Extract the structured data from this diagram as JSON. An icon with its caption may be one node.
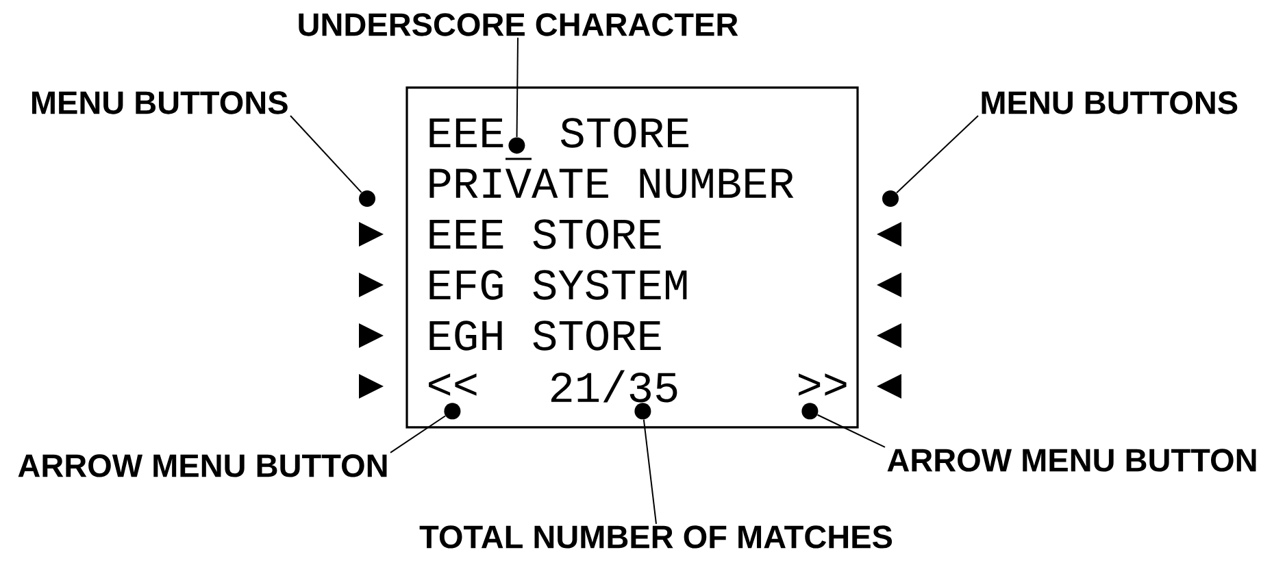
{
  "diagram": {
    "nodes": [
      {
        "text": [
          "EEE",
          "STORE",
          "PRIVATE NUMBER",
          "EEE STORE",
          "EFG SYSTEM",
          "EGH STORE",
          "<<",
          "21/35",
          ">>"
        ]
      },
      {
        "text": [
          "UNDERSCORE CHARACTER"
        ]
      },
      {
        "text": [],
        "shape": "circle",
        "in": 0
      },
      {
        "text": [
          "MENU BUTTONS"
        ]
      },
      {
        "text": [],
        "shape": "circle"
      },
      {
        "text": [
          "MENU BUTTONS"
        ]
      },
      {
        "text": [],
        "shape": "circle"
      },
      {
        "text": [
          "ARROW MENU BUTTON"
        ]
      },
      {
        "text": [],
        "shape": "circle",
        "in": 0
      },
      {
        "text": [
          "TOTAL NUMBER OF MATCHES"
        ]
      },
      {
        "text": [],
        "shape": "circle",
        "in": 0
      },
      {
        "text": [
          "ARROW MENU BUTTON"
        ]
      },
      {
        "text": [],
        "shape": "circle",
        "in": 0
      }
    ],
    "edges": [
      {
        "from": 1,
        "to": 2,
        "arrow": "none"
      },
      {
        "from": 3,
        "to": 4,
        "arrow": "none"
      },
      {
        "from": 5,
        "to": 6,
        "arrow": "none"
      },
      {
        "from": 7,
        "to": 8,
        "arrow": "none"
      },
      {
        "from": 9,
        "to": 10,
        "arrow": "none"
      },
      {
        "from": 11,
        "to": 12,
        "arrow": "none"
      }
    ]
  }
}
